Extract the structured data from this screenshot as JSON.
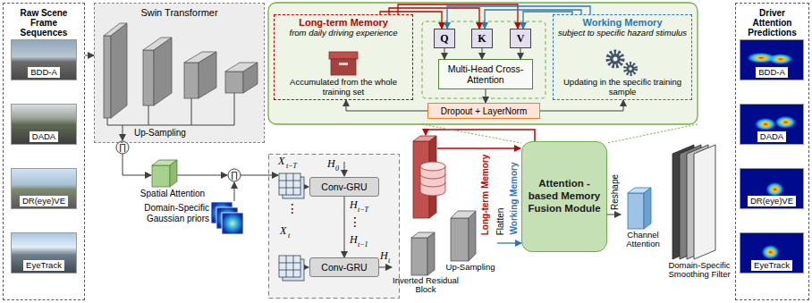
{
  "diagram": {
    "nodes": [
      {
        "text": [
          "Raw Scene Frame Sequences"
        ]
      },
      {
        "text": [
          "BDD-A"
        ],
        "in": 0
      },
      {
        "text": [
          "DADA"
        ],
        "in": 0
      },
      {
        "text": [
          "DR(eye)VE"
        ],
        "in": 0
      },
      {
        "text": [
          "EyeTrack"
        ],
        "in": 0
      },
      {
        "text": [
          "Swin Transformer"
        ]
      },
      {
        "text": [
          "Long-term Memory",
          "from daily driving experience",
          "Accumulated from the whole training set"
        ]
      },
      {
        "text": [
          "Q"
        ]
      },
      {
        "text": [
          "K"
        ]
      },
      {
        "text": [
          "V"
        ]
      },
      {
        "text": [
          "Multi-Head Cross-Attention"
        ]
      },
      {
        "text": [
          "Dropout + LayerNorm"
        ]
      },
      {
        "text": [
          "Working Memory",
          "subject to specific hazard stimulus",
          "Updating in the specific training sample"
        ]
      },
      {
        "text": [
          "Spatial Attention"
        ]
      },
      {
        "text": [
          "Conv-GRU"
        ]
      },
      {
        "text": [
          "Conv-GRU"
        ]
      },
      {
        "text": [
          "Inverted Residual Block"
        ]
      },
      {
        "text": [
          "Up-Sampling"
        ]
      },
      {
        "text": [
          "Attention -based Memory Fusion Module"
        ]
      },
      {
        "text": [
          "Channel Attention"
        ]
      },
      {
        "text": [
          "Domain-Specific Smoothing Filter"
        ]
      },
      {
        "text": [
          "Driver Attention Predictions"
        ]
      },
      {
        "text": [
          "BDD-A"
        ],
        "in": 21
      },
      {
        "text": [
          "DADA"
        ],
        "in": 21
      },
      {
        "text": [
          "DR(eye)VE"
        ],
        "in": 21
      },
      {
        "text": [
          "EyeTrack"
        ],
        "in": 21
      }
    ],
    "edges": [
      {
        "from": 0,
        "to": 5,
        "arrow": "to"
      },
      {
        "from": 6,
        "to": 7,
        "arrow": "to"
      },
      {
        "from": 6,
        "to": 8,
        "arrow": "to"
      },
      {
        "from": 6,
        "to": 9,
        "arrow": "to"
      },
      {
        "from": 12,
        "to": 7,
        "arrow": "to"
      },
      {
        "from": 12,
        "to": 8,
        "arrow": "to"
      },
      {
        "from": 12,
        "to": 9,
        "arrow": "to"
      },
      {
        "from": 7,
        "to": 10,
        "arrow": "to"
      },
      {
        "from": 8,
        "to": 10,
        "arrow": "to"
      },
      {
        "from": 9,
        "to": 10,
        "arrow": "to"
      },
      {
        "from": 10,
        "to": 11,
        "arrow": "to"
      },
      {
        "from": 11,
        "to": 6,
        "arrow": "to"
      },
      {
        "from": 11,
        "to": 12,
        "arrow": "to"
      },
      {
        "from": 14,
        "to": 15,
        "arrow": "to"
      },
      {
        "from": 15,
        "to": 16,
        "arrow": "to"
      },
      {
        "from": 17,
        "to": 18,
        "arrow": "to"
      },
      {
        "from": 18,
        "to": 19,
        "arrow": "to"
      }
    ],
    "labels": [
      "Up-Sampling",
      "∏",
      "∏",
      "Domain-Specific Gaussian priors",
      "X",
      "t−T",
      "H",
      "0",
      "H",
      "t−T",
      "⋮",
      "⋮",
      "X",
      "t",
      "H",
      "t−1",
      "H",
      "t",
      "Long-term Memory",
      "Flatten",
      "Working Memory",
      "Reshape"
    ]
  }
}
